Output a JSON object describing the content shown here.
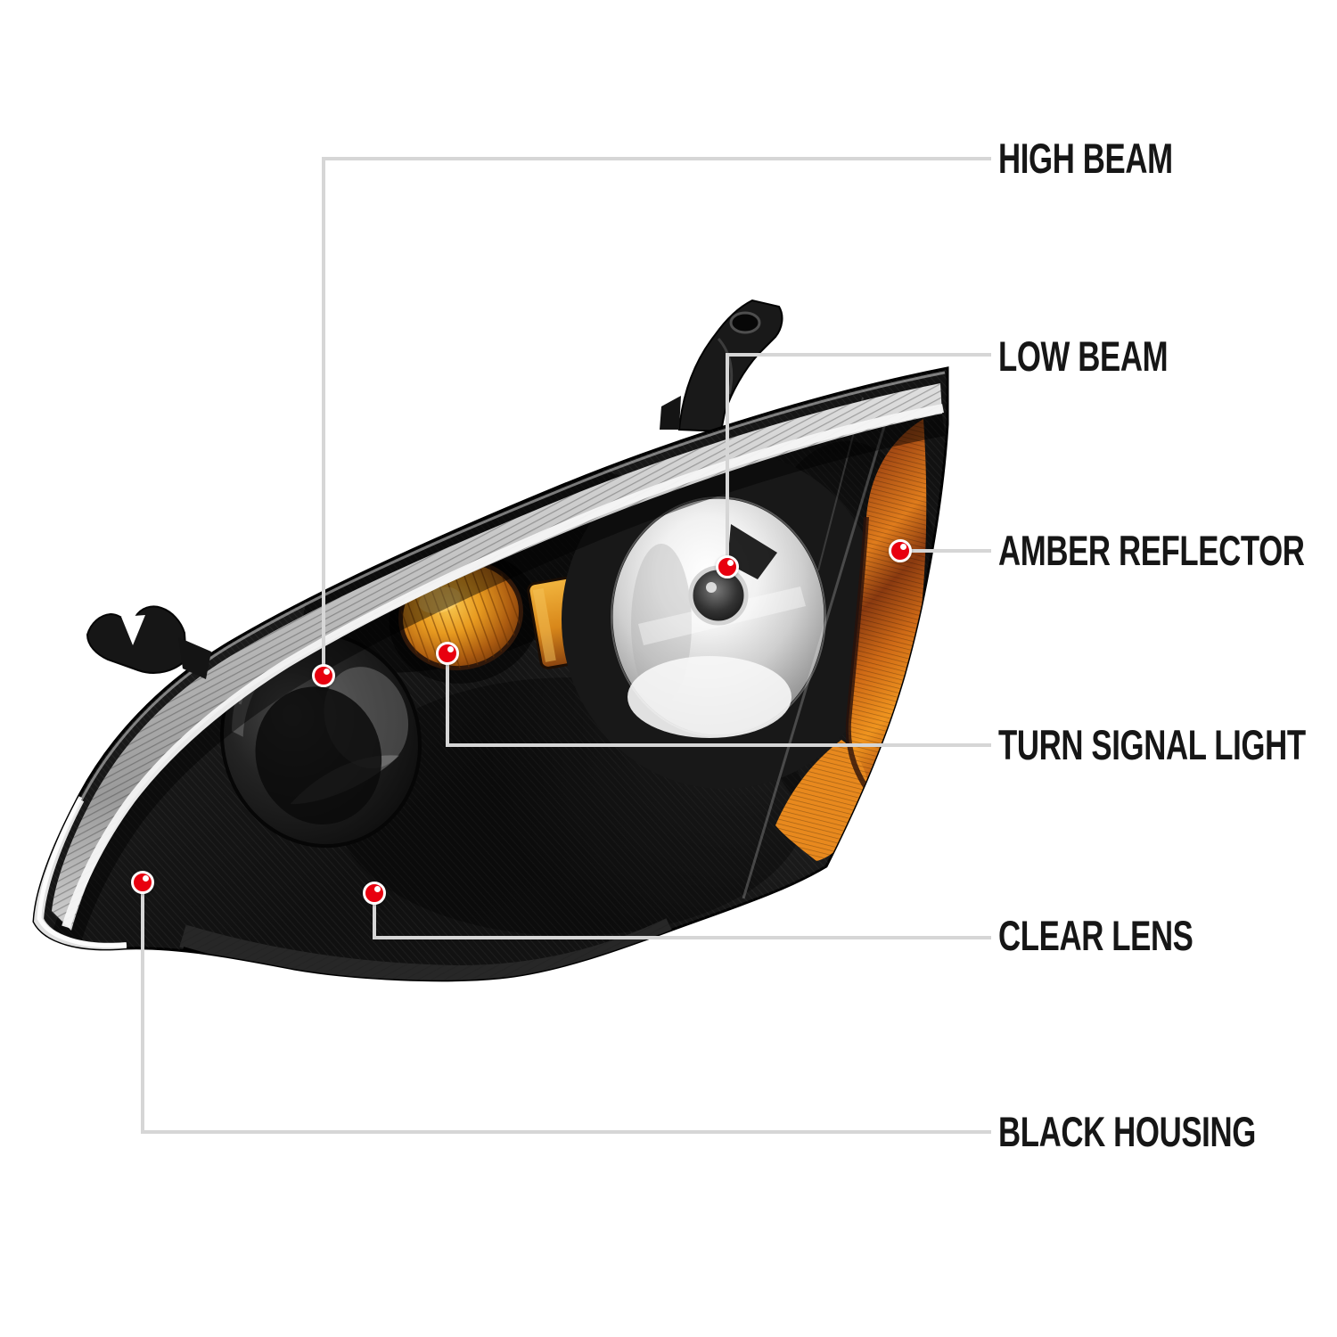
{
  "diagram": {
    "callouts": [
      {
        "id": "high-beam",
        "label": "HIGH BEAM"
      },
      {
        "id": "low-beam",
        "label": "LOW BEAM"
      },
      {
        "id": "amber-reflector",
        "label": "AMBER REFLECTOR"
      },
      {
        "id": "turn-signal-light",
        "label": "TURN SIGNAL LIGHT"
      },
      {
        "id": "clear-lens",
        "label": "CLEAR LENS"
      },
      {
        "id": "black-housing",
        "label": "BLACK HOUSING"
      }
    ],
    "colors": {
      "background": "#ffffff",
      "label_text": "#161616",
      "leader_line": "#d6d6d6",
      "marker_fill": "#e8000f",
      "marker_ring": "#ffffff",
      "housing_black": "#121212",
      "amber": "#d97a18",
      "chrome": "#cfcfcf"
    }
  }
}
